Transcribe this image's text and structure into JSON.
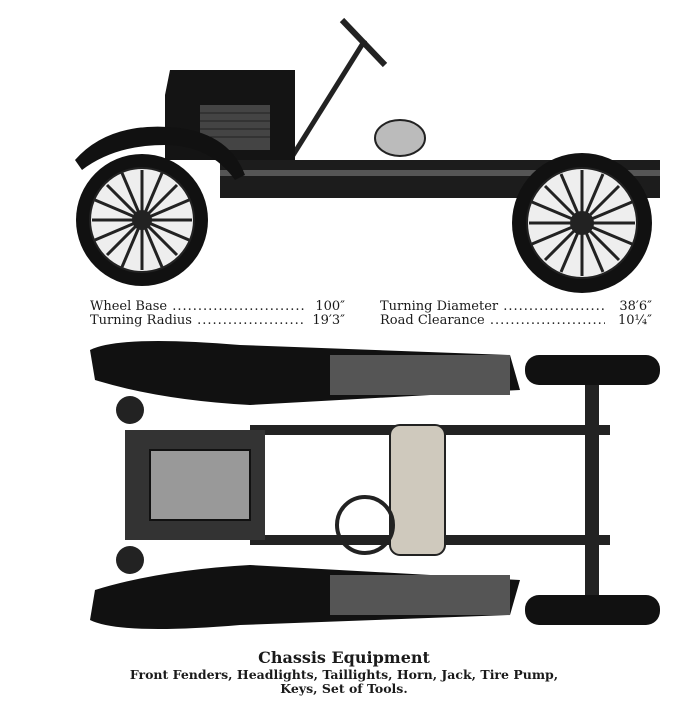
{
  "specs": {
    "left": [
      {
        "label": "Wheel Base",
        "value": "100″"
      },
      {
        "label": "Turning Radius",
        "value": "19′3″"
      }
    ],
    "right": [
      {
        "label": "Turning Diameter",
        "value": "38′6″"
      },
      {
        "label": "Road Clearance",
        "value": "10¼″"
      }
    ]
  },
  "caption": {
    "title": "Chassis Equipment",
    "line1": "Front Fenders, Headlights, Taillights, Horn, Jack, Tire Pump,",
    "line2": "Keys, Set of Tools."
  }
}
